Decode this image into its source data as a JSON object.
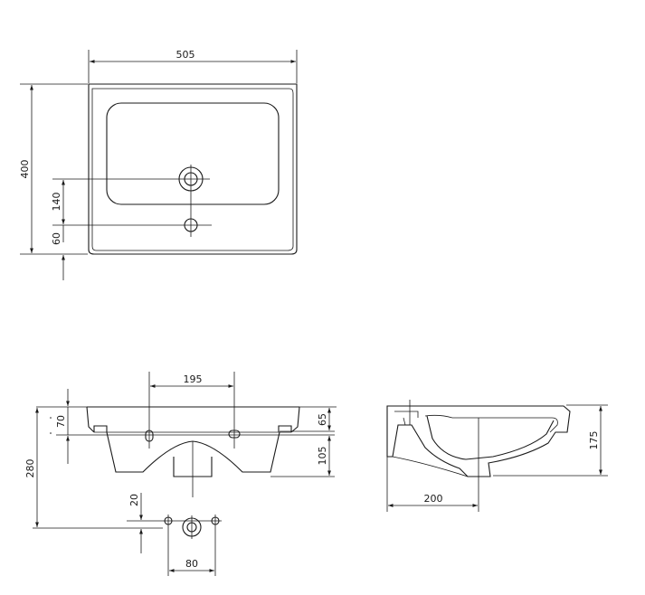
{
  "top_view": {
    "dim_width": "505",
    "dim_height": "400",
    "dim_drain": "140",
    "dim_overflow": "60"
  },
  "front_view": {
    "dim_tap_spacing": "195",
    "dim_overflow_height": "70",
    "dim_rim_depth": "65",
    "dim_total_height": "280",
    "dim_lower_depth": "105",
    "dim_drain_offset": "20",
    "dim_hole_spacing": "80"
  },
  "side_view": {
    "dim_height": "175",
    "dim_depth": "200"
  }
}
